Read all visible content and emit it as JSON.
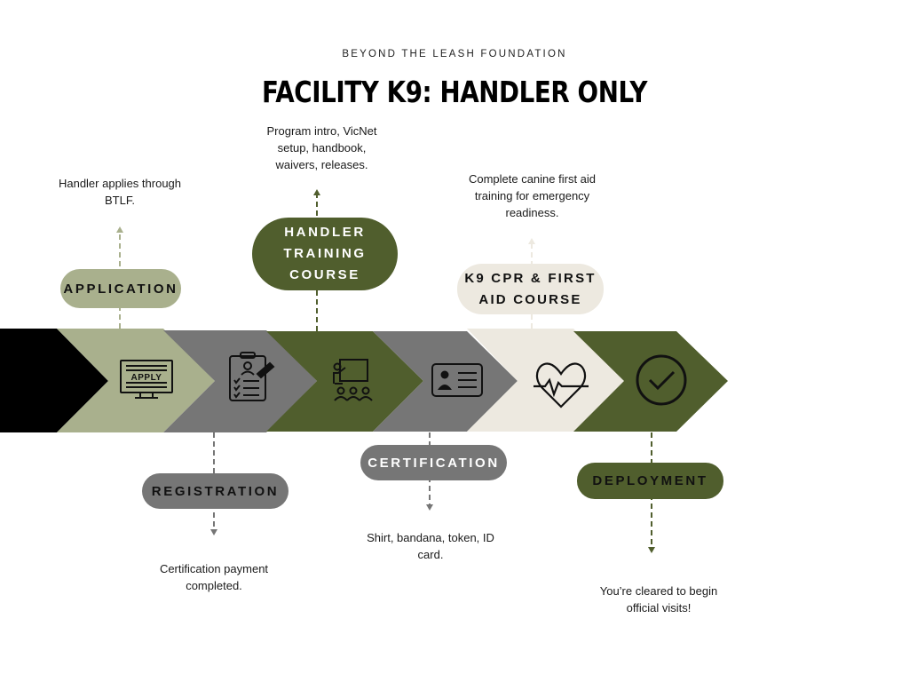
{
  "header": {
    "organization": "BEYOND THE LEASH FOUNDATION",
    "title": "FACILITY K9: HANDLER ONLY"
  },
  "colors": {
    "black": "#000000",
    "sage": "#a9b08d",
    "gray": "#767676",
    "olive": "#505e2d",
    "cream": "#ede9e0"
  },
  "steps": [
    {
      "label": "APPLICATION",
      "description": "Handler applies through BTLF.",
      "icon": "computer-apply-icon",
      "icon_text": "APPLY",
      "color": "sage"
    },
    {
      "label": "REGISTRATION",
      "description": "Certification payment completed.",
      "icon": "clipboard-checklist-icon",
      "color": "gray"
    },
    {
      "label": "HANDLER TRAINING COURSE",
      "description": "Program intro, VicNet setup, handbook, waivers, releases.",
      "icon": "classroom-presenter-icon",
      "color": "olive"
    },
    {
      "label": "CERTIFICATION",
      "description": "Shirt, bandana, token, ID card.",
      "icon": "id-card-icon",
      "color": "gray"
    },
    {
      "label": "K9 CPR & FIRST AID COURSE",
      "description": "Complete canine first aid training for emergency readiness.",
      "icon": "heart-pulse-icon",
      "color": "cream"
    },
    {
      "label": "DEPLOYMENT",
      "description": "You’re cleared to begin official visits!",
      "icon": "check-circle-icon",
      "color": "olive"
    }
  ]
}
